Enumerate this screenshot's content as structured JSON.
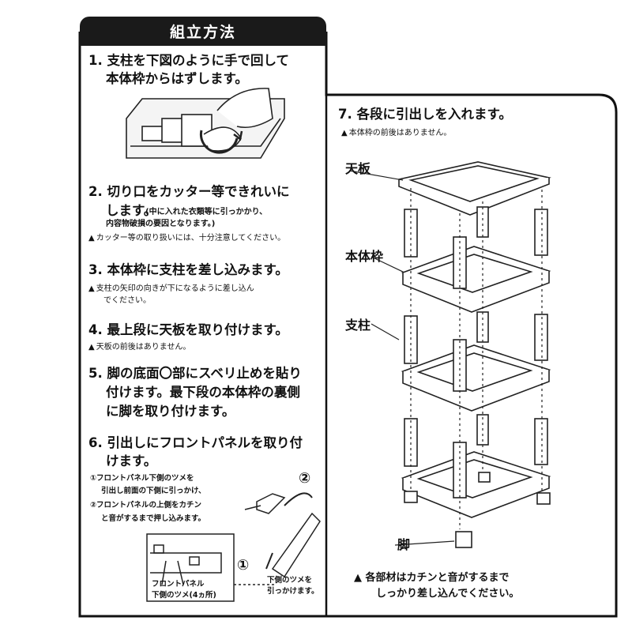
{
  "title": "組立方法",
  "steps": {
    "s1": {
      "line1": "1. 支柱を下図のように手で回して",
      "line2": "本体枠からはずします。"
    },
    "s2": {
      "line1": "2. 切り口をカッター等できれいに",
      "line2": "します。",
      "line2_note": "(中に入れた衣類等に引っかかり、",
      "line3_note": "内容物破損の要因となります。)",
      "warn": "カッター等の取り扱いには、十分注意してください。"
    },
    "s3": {
      "line1": "3. 本体枠に支柱を差し込みます。",
      "warn1": "支柱の矢印の向きが下になるように差し込ん",
      "warn2": "でください。"
    },
    "s4": {
      "line1": "4. 最上段に天板を取り付けます。",
      "warn": "天板の前後はありません。"
    },
    "s5": {
      "line1": "5. 脚の底面〇部にスベリ止めを貼り",
      "line2": "付けます。最下段の本体枠の裏側",
      "line3": "に脚を取り付けます。"
    },
    "s6": {
      "line1": "6. 引出しにフロントパネルを取り付",
      "line2": "けます。",
      "n1a": "①フロントパネル下側のツメを",
      "n1b": "引出し前面の下側に引っかけ、",
      "n2a": "②フロントパネルの上側をカチン",
      "n2b": "と音がするまで押し込みます。",
      "callout_a": "フロントパネル",
      "callout_b": "下側のツメ(4ヵ所)",
      "hook_a": "下側のツメを",
      "hook_b": "引っかけます。",
      "circle1": "①",
      "circle2": "②"
    },
    "s7": {
      "line1": "7. 各段に引出しを入れます。",
      "warn": "本体枠の前後はありません。"
    }
  },
  "labels": {
    "top": "天板",
    "frame": "本体枠",
    "pillar": "支柱",
    "leg": "脚"
  },
  "final": {
    "line1": "各部材はカチンと音がするまで",
    "line2": "しっかり差し込んでください。"
  },
  "icons": {
    "warning": "warning-triangle-icon"
  },
  "warning_symbol": "▲"
}
